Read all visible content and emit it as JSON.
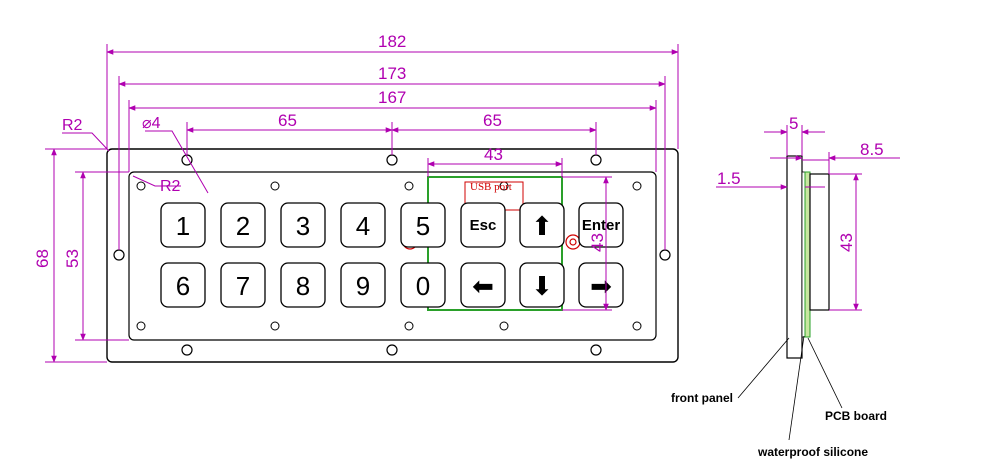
{
  "dimensions": {
    "overall_width": "182",
    "hole_span": "173",
    "inner_width": "167",
    "hole_pitch_left": "65",
    "hole_pitch_right": "65",
    "pcb_width": "43",
    "overall_height": "68",
    "inner_height": "53",
    "pcb_height": "43",
    "corner_radius_outer": "R2",
    "corner_radius_inner": "R2",
    "hole_diameter": "⌀4",
    "side_thickness": "5",
    "side_depth": "8.5",
    "panel_thickness": "1.5",
    "side_pcb_height": "43"
  },
  "keys_row1": [
    "1",
    "2",
    "3",
    "4",
    "5",
    "Esc",
    "⬆",
    "Enter"
  ],
  "keys_row2": [
    "6",
    "7",
    "8",
    "9",
    "0",
    "⬅",
    "⬇",
    "➡"
  ],
  "labels": {
    "usb_port": "USB port",
    "front_panel": "front panel",
    "waterproof_silicone": "waterproof silicone",
    "pcb_board": "PCB board"
  },
  "colors": {
    "dimension": "#b000b0",
    "pcb_outline": "#2aa02a",
    "usb": "#d00000"
  }
}
